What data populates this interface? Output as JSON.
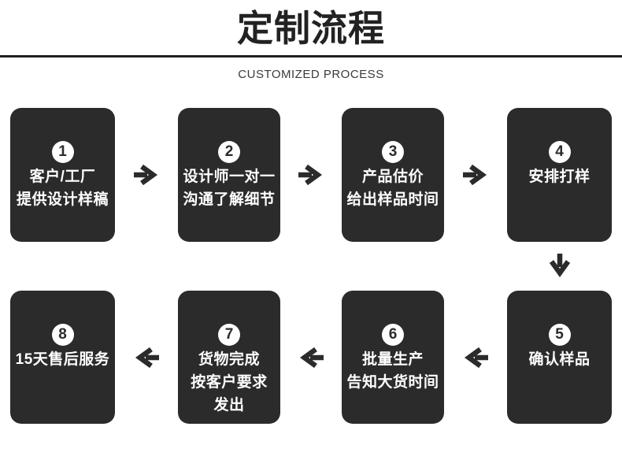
{
  "header": {
    "title": "定制流程",
    "subtitle": "CUSTOMIZED PROCESS"
  },
  "steps": [
    {
      "number": "1",
      "lines": [
        "客户/工厂",
        "提供设计样稿"
      ]
    },
    {
      "number": "2",
      "lines": [
        "设计师一对一",
        "沟通了解细节"
      ]
    },
    {
      "number": "3",
      "lines": [
        "产品估价",
        "给出样品时间"
      ]
    },
    {
      "number": "4",
      "lines": [
        "安排打样"
      ]
    },
    {
      "number": "5",
      "lines": [
        "确认样品"
      ]
    },
    {
      "number": "6",
      "lines": [
        "批量生产",
        "告知大货时间"
      ]
    },
    {
      "number": "7",
      "lines": [
        "货物完成",
        "按客户要求",
        "发出"
      ]
    },
    {
      "number": "8",
      "lines": [
        "15天售后服务"
      ]
    }
  ],
  "colors": {
    "page_bg": "#ffffff",
    "box_bg": "#2b2b2b",
    "box_text": "#ffffff",
    "arrow": "#2b2b2b",
    "title_text": "#222222",
    "divider": "#1f1f1f",
    "subtitle_text": "#3a3a3a"
  }
}
